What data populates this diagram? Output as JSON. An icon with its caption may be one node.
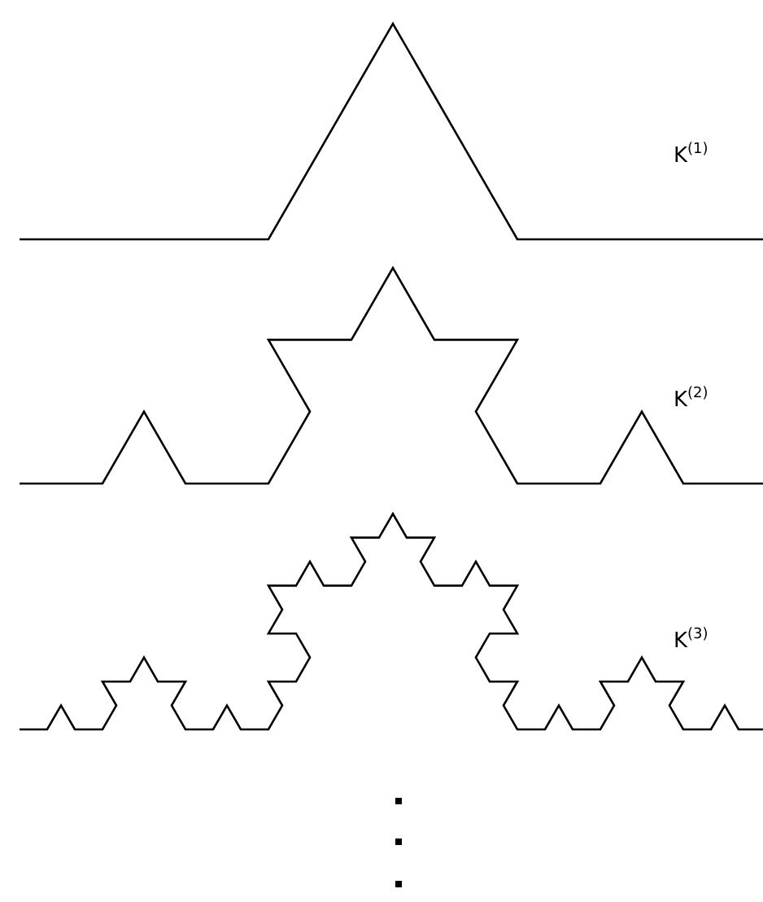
{
  "diagram": {
    "labels": [
      "K$^{(1)}$",
      "K$^{(2)}$",
      "K$^{(3)}$"
    ]
  }
}
